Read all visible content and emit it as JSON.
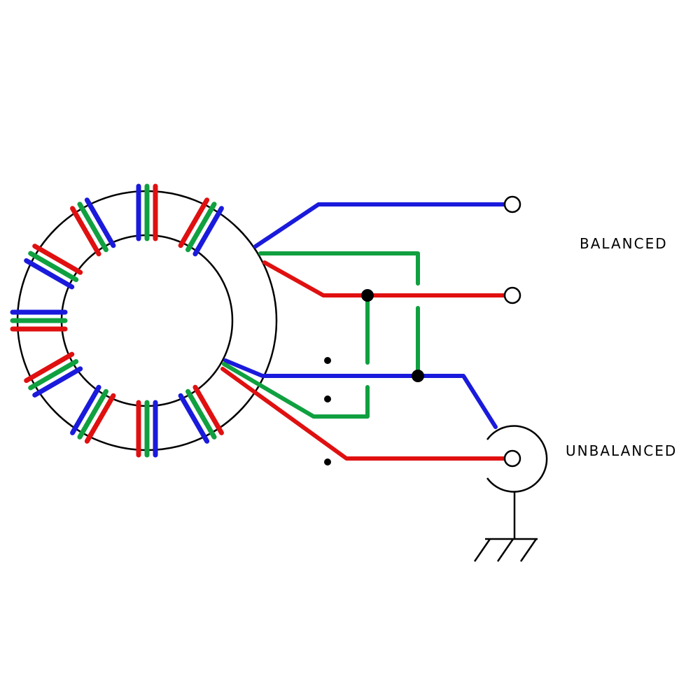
{
  "labels": {
    "balanced": "BALANCED",
    "unbalanced": "UNBALANCED"
  },
  "colors": {
    "winding_blue": "#1a1adc",
    "winding_red": "#e01010",
    "winding_green": "#10a040",
    "outline": "#000000",
    "background": "#ffffff"
  },
  "icons": [
    "toroid-core",
    "terminal-icon",
    "coax-connector-icon",
    "ground-icon",
    "junction-dot",
    "phase-dot"
  ]
}
